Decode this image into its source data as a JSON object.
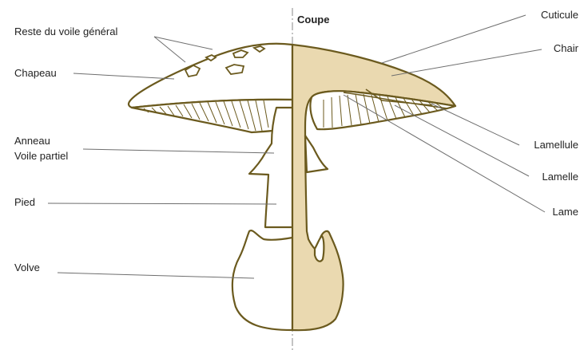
{
  "diagram": {
    "section_label": "Coupe",
    "labels": {
      "reste_voile": "Reste du voile général",
      "chapeau": "Chapeau",
      "anneau": "Anneau",
      "voile_partiel": "Voile partiel",
      "pied": "Pied",
      "volve": "Volve",
      "cuticule": "Cuticule",
      "chair": "Chair",
      "lamellule": "Lamellule",
      "lamelle": "Lamelle",
      "lame": "Lame"
    },
    "colors": {
      "outline": "#6b5a1e",
      "flesh_fill": "#ead9b0",
      "leader_line": "#6e6e6e",
      "text": "#222222"
    }
  }
}
